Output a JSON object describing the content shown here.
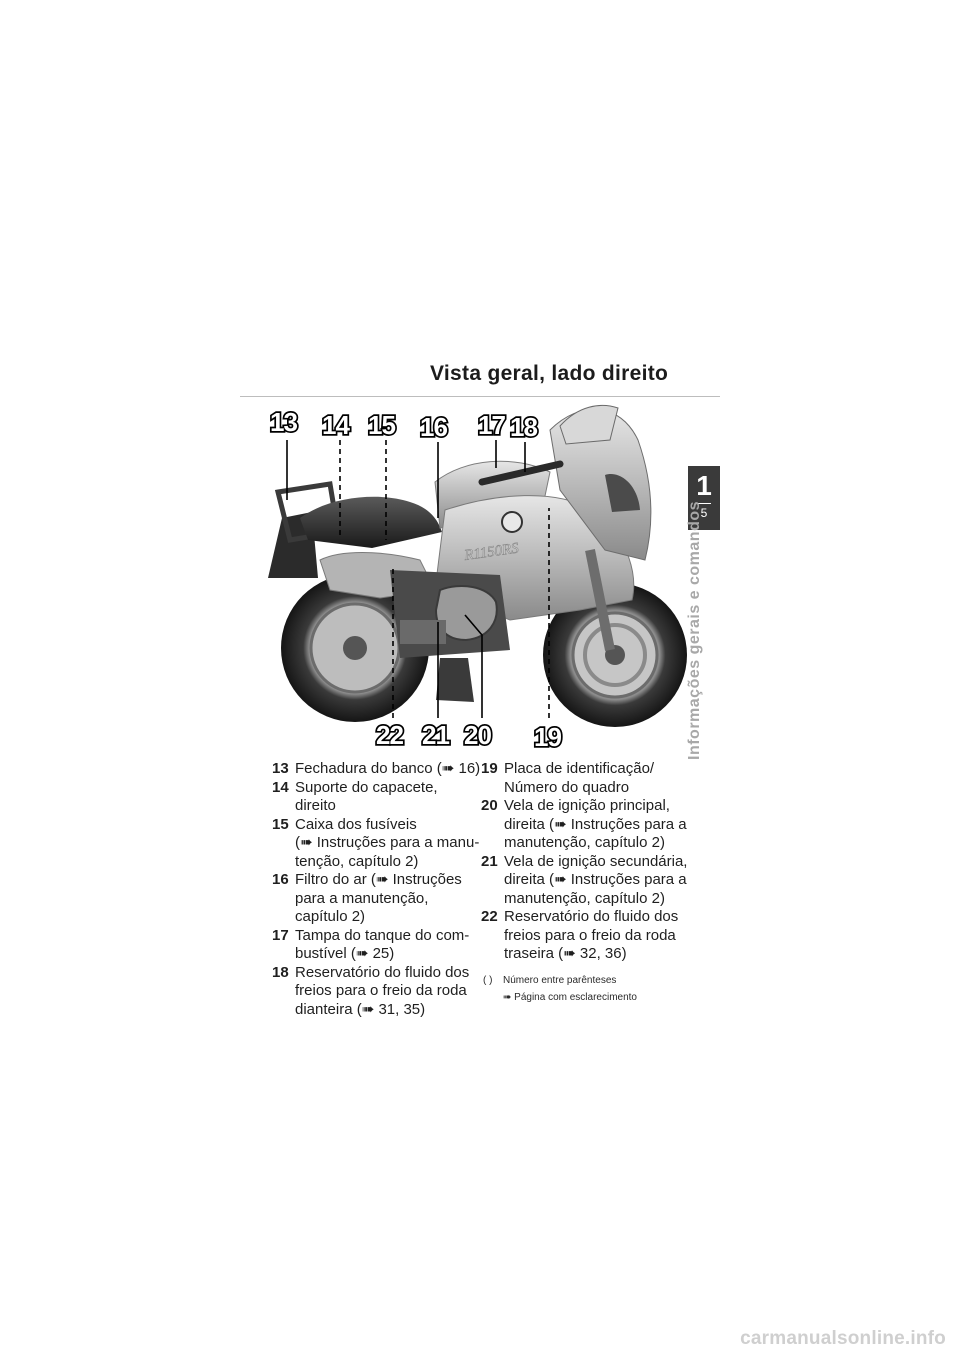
{
  "page": {
    "title": "Vista geral, lado direito",
    "chapter_number": "1",
    "page_number": "5",
    "side_heading": "Informações gerais e comandos"
  },
  "figure": {
    "callouts": [
      "13",
      "14",
      "15",
      "16",
      "17",
      "18",
      "22",
      "21",
      "20",
      "19"
    ],
    "decal_text": "R1150RS"
  },
  "legend": {
    "left": [
      {
        "num": "13",
        "text": "Fechadura do banco (➠ 16)"
      },
      {
        "num": "14",
        "text": "Suporte do capacete,\ndireito"
      },
      {
        "num": "15",
        "text": "Caixa dos fusíveis\n(➠ Instruções para a manu-\ntenção, capítulo 2)"
      },
      {
        "num": "16",
        "text": "Filtro do ar (➠ Instruções\npara a manutenção,\ncapítulo 2)"
      },
      {
        "num": "17",
        "text": "Tampa do tanque do com-\nbustível (➠ 25)"
      },
      {
        "num": "18",
        "text": "Reservatório do fluido dos\nfreios para o freio da roda\ndianteira (➠ 31, 35)"
      }
    ],
    "right": [
      {
        "num": "19",
        "text": "Placa de identificação/\nNúmero do quadro"
      },
      {
        "num": "20",
        "text": "Vela de ignição principal,\ndireita (➠ Instruções para a\nmanutenção, capítulo 2)"
      },
      {
        "num": "21",
        "text": "Vela de ignição secundária,\ndireita (➠ Instruções para a\nmanutenção, capítulo 2)"
      },
      {
        "num": "22",
        "text": "Reservatório do fluido dos\nfreios para o freio da roda\ntraseira (➠ 32, 36)"
      }
    ]
  },
  "notes": [
    {
      "symbol": "( )",
      "text": "Número entre parênteses"
    },
    {
      "symbol": "",
      "text": "➠ Página com esclarecimento"
    }
  ],
  "watermark": "carmanualsonline.info"
}
